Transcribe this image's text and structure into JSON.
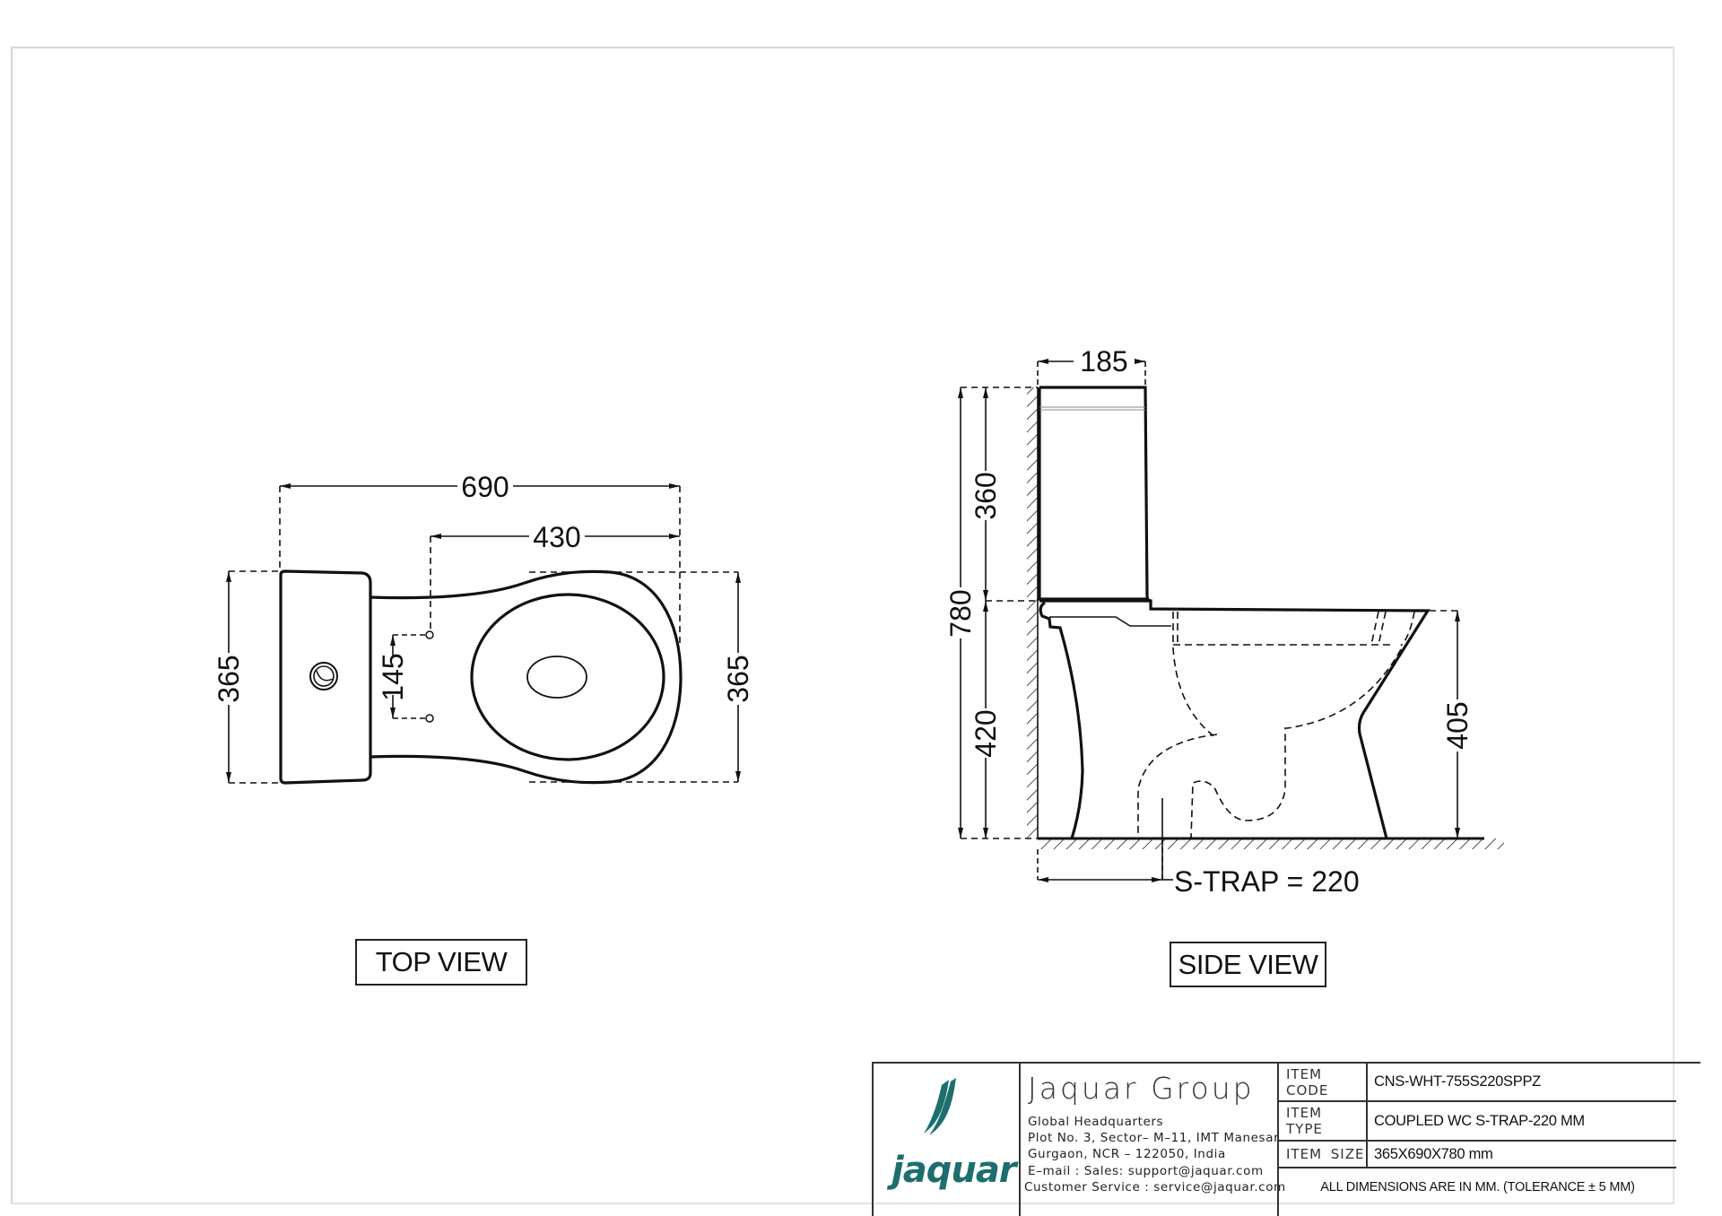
{
  "drawing": {
    "top_view": {
      "label": "TOP VIEW",
      "dimensions": {
        "overall_length": "690",
        "pan_to_fixing": "430",
        "fixing_hole_spacing": "145",
        "tank_width": "365",
        "bowl_width": "365"
      }
    },
    "side_view": {
      "label": "SIDE VIEW",
      "dimensions": {
        "tank_depth": "185",
        "overall_height": "780",
        "tank_height": "360",
        "pan_height": "420",
        "seat_height": "405"
      },
      "s_trap_label": "S-TRAP = 220"
    }
  },
  "title_block": {
    "logo": {
      "wordmark": "jaquar",
      "color": "#1d6e6e"
    },
    "company": {
      "name": "Jaquar Group",
      "lines": [
        "Global Headquarters",
        "Plot No. 3, Sector– M–11, IMT Manesar",
        "Gurgaon, NCR – 122050, India",
        "E–mail : Sales: support@jaquar.com",
        "Customer Service : service@jaquar.com"
      ]
    },
    "items": [
      {
        "label": "ITEM CODE",
        "value": "CNS-WHT-755S220SPPZ"
      },
      {
        "label": "ITEM TYPE",
        "value": "COUPLED WC S-TRAP-220 MM"
      },
      {
        "label": "ITEM SIZE",
        "value": "365X690X780 mm"
      }
    ],
    "note": "ALL DIMENSIONS ARE IN MM. (TOLERANCE ± 5 MM)"
  }
}
